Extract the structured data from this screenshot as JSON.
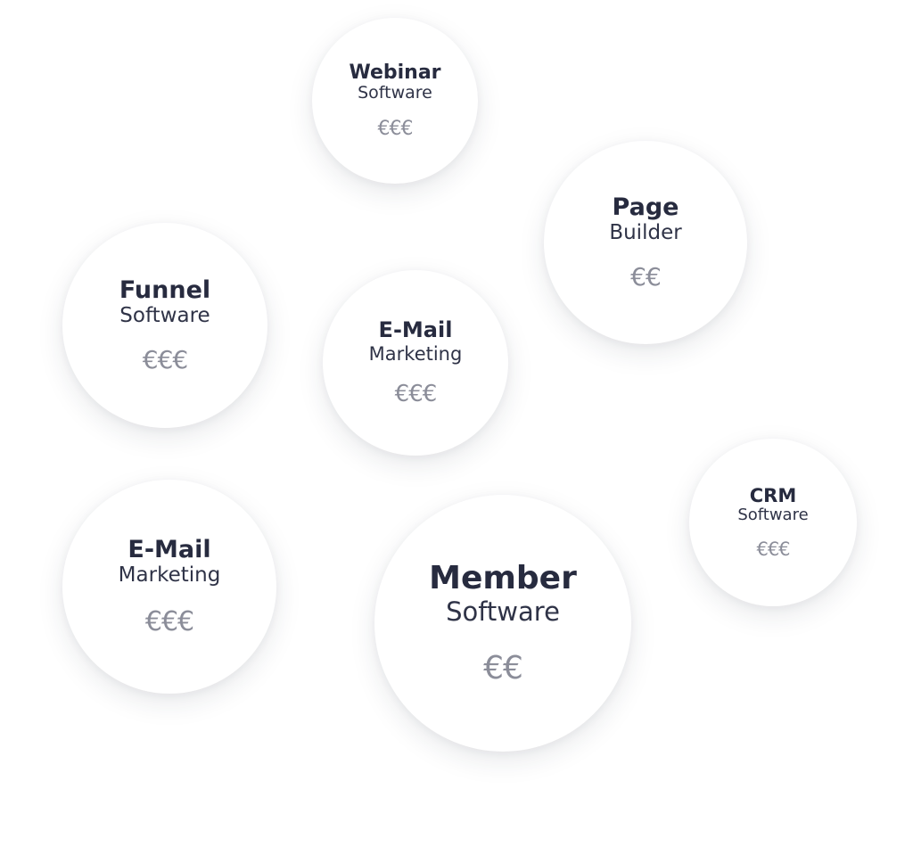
{
  "bubbles": [
    {
      "id": "webinar",
      "title": "Webinar",
      "subtitle": "Software",
      "price": "€€€"
    },
    {
      "id": "page",
      "title": "Page",
      "subtitle": "Builder",
      "price": "€€"
    },
    {
      "id": "funnel",
      "title": "Funnel",
      "subtitle": "Software",
      "price": "€€€"
    },
    {
      "id": "email1",
      "title": "E-Mail",
      "subtitle": "Marketing",
      "price": "€€€"
    },
    {
      "id": "crm",
      "title": "CRM",
      "subtitle": "Software",
      "price": "€€€"
    },
    {
      "id": "email2",
      "title": "E-Mail",
      "subtitle": "Marketing",
      "price": "€€€"
    },
    {
      "id": "member",
      "title": "Member",
      "subtitle": "Software",
      "price": "€€"
    }
  ],
  "colors": {
    "background": "#ffffff",
    "bubble": "#ffffff",
    "title": "#272b3f",
    "subtitle": "#2f3347",
    "price": "#8b8d99"
  }
}
